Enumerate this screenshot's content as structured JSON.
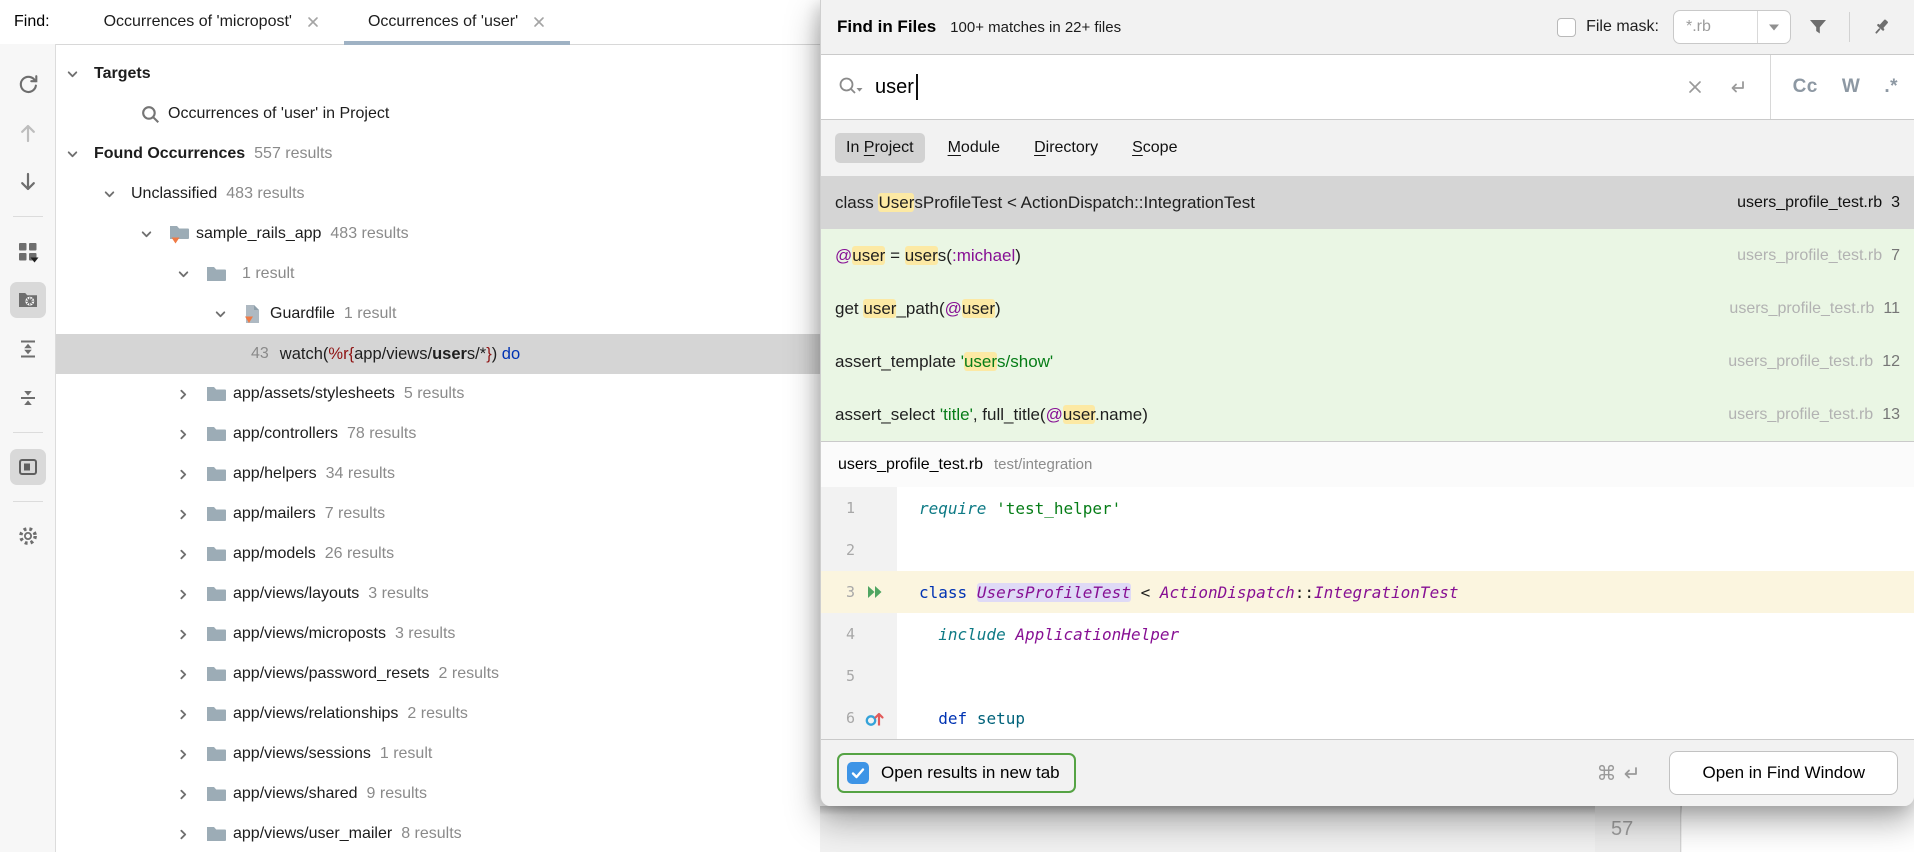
{
  "window": {
    "find_label": "Find:"
  },
  "tabs": [
    {
      "label": "Occurrences of 'micropost'",
      "active": false
    },
    {
      "label": "Occurrences of 'user'",
      "active": true
    }
  ],
  "toolbar": {
    "items": [
      {
        "icon": "refresh-icon"
      },
      {
        "icon": "arrow-up-icon",
        "disabled": true
      },
      {
        "icon": "arrow-down-icon"
      },
      {
        "sep": true
      },
      {
        "icon": "group-by-icon"
      },
      {
        "icon": "group-by-directory-icon",
        "selected": true
      },
      {
        "icon": "expand-all-icon"
      },
      {
        "icon": "collapse-all-icon"
      },
      {
        "sep": true
      },
      {
        "icon": "preview-toggle-icon",
        "selected": true
      },
      {
        "sep": true
      },
      {
        "icon": "settings-gear-icon"
      }
    ]
  },
  "tree": {
    "rows": [
      {
        "level": 0,
        "chevron": "down",
        "bold": true,
        "label": "Targets"
      },
      {
        "level": 2,
        "icon": "search",
        "label": "Occurrences of 'user' in Project"
      },
      {
        "level": 0,
        "chevron": "down",
        "bold": true,
        "label": "Found Occurrences",
        "count": "557 results"
      },
      {
        "level": 1,
        "chevron": "down",
        "label": "Unclassified",
        "count": "483 results"
      },
      {
        "level": 2,
        "chevron": "down",
        "icon": "rails-folder",
        "label": "sample_rails_app",
        "count": "483 results"
      },
      {
        "level": 3,
        "chevron": "down",
        "icon": "folder",
        "label": "",
        "count": "1 result"
      },
      {
        "level": 4,
        "chevron": "down",
        "icon": "guardfile",
        "label": "Guardfile",
        "count": "1 result"
      },
      {
        "level": 5,
        "selected": true,
        "line_number": "43",
        "tokens": [
          {
            "t": "watch("
          },
          {
            "t": "%r{",
            "c": "red"
          },
          {
            "t": "app/views/"
          },
          {
            "t": "user",
            "b": true
          },
          {
            "t": "s/*"
          },
          {
            "t": "}",
            "c": "red"
          },
          {
            "t": ") "
          },
          {
            "t": "do",
            "c": "blue"
          }
        ]
      },
      {
        "level": 3,
        "chevron": "right",
        "icon": "folder",
        "label": "app/assets/stylesheets",
        "count": "5 results"
      },
      {
        "level": 3,
        "chevron": "right",
        "icon": "folder",
        "label": "app/controllers",
        "count": "78 results"
      },
      {
        "level": 3,
        "chevron": "right",
        "icon": "folder",
        "label": "app/helpers",
        "count": "34 results"
      },
      {
        "level": 3,
        "chevron": "right",
        "icon": "folder",
        "label": "app/mailers",
        "count": "7 results"
      },
      {
        "level": 3,
        "chevron": "right",
        "icon": "folder",
        "label": "app/models",
        "count": "26 results"
      },
      {
        "level": 3,
        "chevron": "right",
        "icon": "folder",
        "label": "app/views/layouts",
        "count": "3 results"
      },
      {
        "level": 3,
        "chevron": "right",
        "icon": "folder",
        "label": "app/views/microposts",
        "count": "3 results"
      },
      {
        "level": 3,
        "chevron": "right",
        "icon": "folder",
        "label": "app/views/password_resets",
        "count": "2 results"
      },
      {
        "level": 3,
        "chevron": "right",
        "icon": "folder",
        "label": "app/views/relationships",
        "count": "2 results"
      },
      {
        "level": 3,
        "chevron": "right",
        "icon": "folder",
        "label": "app/views/sessions",
        "count": "1 result"
      },
      {
        "level": 3,
        "chevron": "right",
        "icon": "folder",
        "label": "app/views/shared",
        "count": "9 results"
      },
      {
        "level": 3,
        "chevron": "right",
        "icon": "folder",
        "label": "app/views/user_mailer",
        "count": "8 results"
      }
    ]
  },
  "dialog": {
    "title": "Find in Files",
    "match_summary": "100+ matches in 22+ files",
    "file_mask": {
      "label": "File mask:",
      "value": "*.rb",
      "checked": false
    },
    "search": {
      "value": "user",
      "toggles": [
        "Cc",
        "W",
        ".*"
      ]
    },
    "scopes": [
      {
        "pre": "In ",
        "mnemonic": "P",
        "post": "roject",
        "selected": true
      },
      {
        "pre": "",
        "mnemonic": "M",
        "post": "odule",
        "selected": false
      },
      {
        "pre": "",
        "mnemonic": "D",
        "post": "irectory",
        "selected": false
      },
      {
        "pre": "",
        "mnemonic": "S",
        "post": "cope",
        "selected": false
      }
    ],
    "results": [
      {
        "selected": true,
        "file": "users_profile_test.rb",
        "line": "3",
        "tokens": [
          {
            "t": "class "
          },
          {
            "t": "User",
            "hl": true
          },
          {
            "t": "sProfileTest < ActionDispatch::IntegrationTest"
          }
        ]
      },
      {
        "selected": false,
        "file": "users_profile_test.rb",
        "line": "7",
        "tokens": [
          {
            "t": "@",
            "c": "purple"
          },
          {
            "t": "user",
            "hl": true
          },
          {
            "t": " = "
          },
          {
            "t": "user",
            "hl": true
          },
          {
            "t": "s("
          },
          {
            "t": ":michael",
            "c": "purple"
          },
          {
            "t": ")"
          }
        ]
      },
      {
        "selected": false,
        "file": "users_profile_test.rb",
        "line": "11",
        "tokens": [
          {
            "t": "get "
          },
          {
            "t": "user",
            "hl": true
          },
          {
            "t": "_path("
          },
          {
            "t": "@",
            "c": "purple"
          },
          {
            "t": "user",
            "hl": true
          },
          {
            "t": ")"
          }
        ]
      },
      {
        "selected": false,
        "file": "users_profile_test.rb",
        "line": "12",
        "tokens": [
          {
            "t": "assert_template "
          },
          {
            "t": "'",
            "c": "green"
          },
          {
            "t": "user",
            "hl": true,
            "c": "green"
          },
          {
            "t": "s/show'",
            "c": "green"
          }
        ]
      },
      {
        "selected": false,
        "file": "users_profile_test.rb",
        "line": "13",
        "tokens": [
          {
            "t": "assert_select "
          },
          {
            "t": "'title'",
            "c": "green"
          },
          {
            "t": ", full_title("
          },
          {
            "t": "@",
            "c": "purple"
          },
          {
            "t": "user",
            "hl": true
          },
          {
            "t": ".name)"
          }
        ]
      }
    ],
    "preview": {
      "file_name": "users_profile_test.rb",
      "file_path": "test/integration",
      "lines": [
        {
          "n": "1",
          "tokens": [
            {
              "t": "require",
              "c": "teal",
              "it": true
            },
            {
              "t": " "
            },
            {
              "t": "'test_helper'",
              "c": "green"
            }
          ]
        },
        {
          "n": "2",
          "tokens": []
        },
        {
          "n": "3",
          "run": true,
          "hl": true,
          "tokens": [
            {
              "t": "class",
              "c": "blue"
            },
            {
              "t": " "
            },
            {
              "t": "UsersProfileTest",
              "c": "purple",
              "it": true,
              "lav": true
            },
            {
              "t": " < "
            },
            {
              "t": "ActionDispatch",
              "c": "purple",
              "it": true
            },
            {
              "t": "::"
            },
            {
              "t": "IntegrationTest",
              "c": "purple",
              "it": true
            }
          ]
        },
        {
          "n": "4",
          "tokens": [
            {
              "t": "  "
            },
            {
              "t": "include",
              "c": "teal",
              "it": true
            },
            {
              "t": " "
            },
            {
              "t": "ApplicationHelper",
              "c": "purple",
              "it": true
            }
          ]
        },
        {
          "n": "5",
          "tokens": []
        },
        {
          "n": "6",
          "ovr": true,
          "tokens": [
            {
              "t": "  "
            },
            {
              "t": "def",
              "c": "blue"
            },
            {
              "t": " "
            },
            {
              "t": "setup",
              "c": "decl"
            }
          ]
        }
      ]
    },
    "footer": {
      "checkbox_label": "Open results in new tab",
      "checkbox_checked": true,
      "shortcut": "⌘⏎",
      "shortcut_cmd": "⌘",
      "button_label": "Open in Find Window"
    }
  },
  "editor_behind": {
    "gutter_line_number": "57"
  },
  "colors": {
    "match_highlight": "#fce9a4",
    "result_row_green": "#eaf6e4",
    "selection_gray": "#d5d5d5",
    "keyword_blue": "#0033b3",
    "symbol_purple": "#871094",
    "string_green": "#067d17",
    "keyword_teal": "#0e7a85",
    "regex_red": "#8f1313",
    "current_line": "#fbf5df",
    "identifier_highlight": "#dfdaf6",
    "focus_ring_green": "#55a344",
    "checkbox_blue": "#3d94e6",
    "tab_underline": "#9fb2c4"
  }
}
